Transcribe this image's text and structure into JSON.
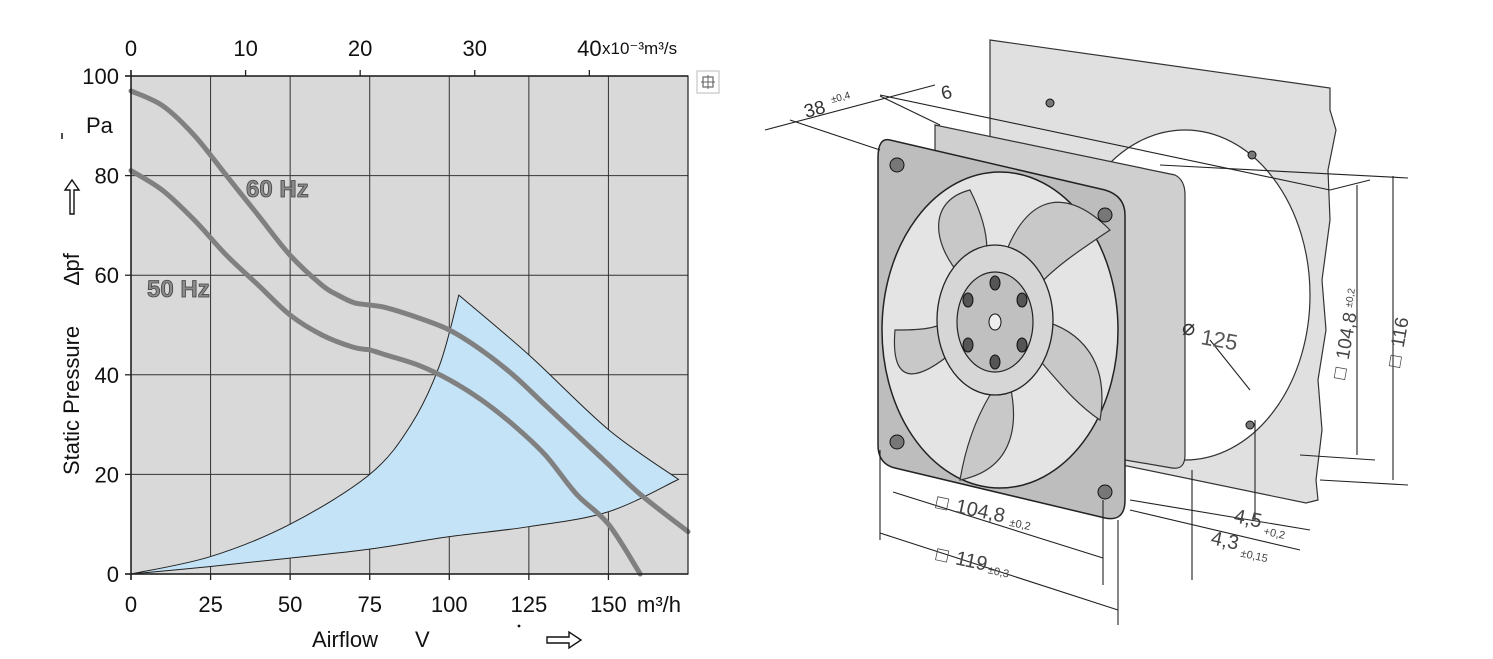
{
  "chart_data": {
    "type": "line",
    "ylabel": "Static Pressure",
    "ylabel_symbol": "∆pf",
    "y_unit": "Pa",
    "xlabel": "Airflow",
    "xlabel_symbol": "V",
    "x_unit": "m³/h",
    "x2_unit": "x10⁻³m³/s",
    "xlim": [
      0,
      175
    ],
    "ylim": [
      0,
      100
    ],
    "x_ticks": [
      0,
      25,
      50,
      75,
      100,
      125,
      150
    ],
    "x_tick_labels": [
      "0",
      "25",
      "50",
      "75",
      "100",
      "125",
      "150"
    ],
    "x2_ticks": [
      0,
      10,
      20,
      30,
      40
    ],
    "x2_tick_labels": [
      "0",
      "10",
      "20",
      "30",
      "40"
    ],
    "y_ticks": [
      0,
      20,
      40,
      60,
      80,
      100
    ],
    "y_tick_labels": [
      "0",
      "20",
      "40",
      "60",
      "80",
      "100"
    ],
    "grid": true,
    "colors": {
      "plot_bg": "#d9d9d9",
      "curve": "#808080",
      "region_fill": "#c5e3f6",
      "grid": "#333333"
    },
    "series": [
      {
        "name": "60 Hz",
        "x": [
          0,
          10,
          20,
          30,
          40,
          50,
          60,
          65,
          70,
          75,
          80,
          90,
          100,
          110,
          120,
          130,
          140,
          150,
          160,
          175
        ],
        "y": [
          97,
          94,
          88,
          80,
          72,
          64,
          58,
          56,
          54.5,
          54,
          53.5,
          51.5,
          49,
          45,
          40,
          34,
          28,
          22,
          16,
          8.5
        ]
      },
      {
        "name": "50 Hz",
        "x": [
          0,
          10,
          20,
          30,
          40,
          50,
          60,
          70,
          75,
          80,
          90,
          100,
          110,
          120,
          130,
          140,
          150,
          160
        ],
        "y": [
          81,
          77,
          71,
          64,
          58,
          52,
          48,
          45.5,
          45,
          44,
          42,
          39,
          35,
          30,
          24,
          16,
          10,
          0
        ]
      }
    ],
    "operating_region": {
      "upper_x": [
        0,
        25,
        50,
        75,
        88,
        97,
        103
      ],
      "upper_y": [
        0,
        3.5,
        10,
        20,
        30,
        42,
        56
      ],
      "right_x": [
        103,
        125,
        150,
        172
      ],
      "right_y": [
        56,
        44,
        29,
        19
      ],
      "lower_x": [
        172,
        150,
        125,
        100,
        75,
        50,
        25,
        0
      ],
      "lower_y": [
        19,
        12.5,
        9.5,
        7.5,
        5,
        3.2,
        1.5,
        0
      ]
    }
  },
  "drawing": {
    "labels": {
      "depth": "38",
      "depth_tol": "±0,4",
      "flange": "6",
      "diameter": "125",
      "side_a": "104,8",
      "side_a_tol": "±0,2",
      "side_b": "116",
      "bottom_a": "104,8",
      "bottom_a_tol": "±0,2",
      "bottom_b": "119",
      "bottom_b_tol": "±0,3",
      "hole_a": "4,5",
      "hole_a_tol": "+0,2",
      "hole_b": "4,3",
      "hole_b_tol": "±0,15"
    }
  }
}
